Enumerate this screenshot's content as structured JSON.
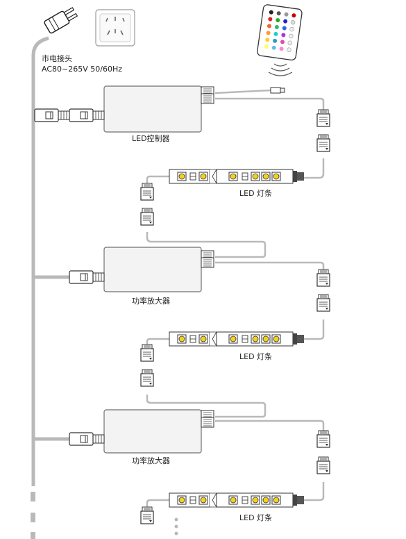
{
  "power": {
    "label": "市电接头",
    "spec": "AC80~265V 50/60Hz"
  },
  "controller_label": "LED控制器",
  "amplifier_label": "功率放大器",
  "strip_label": "LED 灯条",
  "icons": {
    "plug": "power-plug-icon",
    "socket": "wall-socket-icon",
    "remote": "ir-remote-icon",
    "signal": "ir-signal-icon"
  },
  "colors": {
    "wire": "#b9b9b9",
    "device_fill": "#f3f3f3",
    "device_stroke": "#6f6f6f",
    "strip_led": "#f2d21e"
  }
}
